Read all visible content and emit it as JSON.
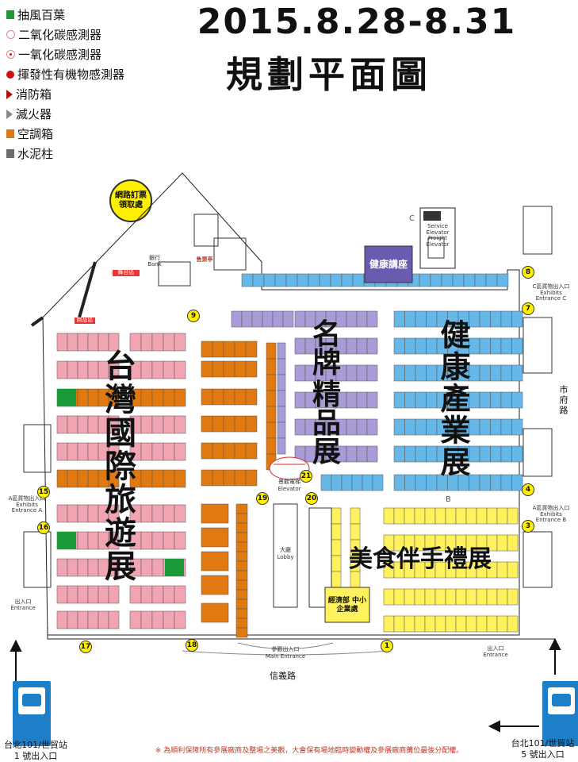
{
  "title": {
    "date": "2015.8.28-8.31",
    "main": "規劃平面圖"
  },
  "legend": [
    {
      "icon": "green-square-icon",
      "label": "抽風百葉"
    },
    {
      "icon": "open-circle-icon",
      "label": "二氧化碳感測器"
    },
    {
      "icon": "dot-circle-icon",
      "label": "一氧化碳感測器"
    },
    {
      "icon": "red-circle-icon",
      "label": "揮發性有機物感測器"
    },
    {
      "icon": "red-triangle-icon",
      "label": "消防箱"
    },
    {
      "icon": "white-triangle-icon",
      "label": "滅火器"
    },
    {
      "icon": "orange-square-icon",
      "label": "空調箱"
    },
    {
      "icon": "gray-square-icon",
      "label": "水泥柱"
    }
  ],
  "pickup": "網路訂票 領取處",
  "zones": {
    "travel": "台灣國際旅遊展",
    "brand_line1": "名",
    "brand_line2": "牌",
    "brand_line3": "精",
    "brand_line4": "品",
    "brand_line5": "展",
    "health": "健康產業展",
    "food": "美食伴手禮展",
    "lecture": "健康講座",
    "sme": "經濟部 中小企業處"
  },
  "labels": {
    "elevator_cn": "景觀電梯",
    "elevator_en": "Elevator",
    "lobby_cn": "大廳",
    "lobby_en": "Lobby",
    "main_entrance_cn": "參觀出入口",
    "main_entrance_en": "Main Entrance",
    "road_bottom": "信義路",
    "road_right": "市府路",
    "entrance_a": "A區貨物出入口 Exhibits Entrance A",
    "entrance_b": "A區貨物出入口 Exhibits Entrance B",
    "entrance_c": "C區貨物出入口 Exhibits Entrance C",
    "exit_left": "出入口Entrance",
    "exit_right": "出入口Entrance",
    "hall_b": "B",
    "hall_c": "C",
    "ticket_booth": "售票亭",
    "service_elevator": "Service Elevator Freight Elevator",
    "bank": "銀行 Bank",
    "stage": "舞台區",
    "sales": "商品區"
  },
  "markers": [
    "1",
    "3",
    "4",
    "7",
    "8",
    "9",
    "15",
    "16",
    "17",
    "18",
    "19",
    "20",
    "21"
  ],
  "stations": {
    "left": "台北101/世貿站 1 號出入口",
    "right": "台北101/世貿站 5 號出入口"
  },
  "footer": "※ 為順利保障所有參展廠商及整場之美觀，大會保有場地臨時變動權及參展廠商攤位最後分配權。",
  "colors": {
    "pink": "#f1a5b3",
    "orange": "#e07a10",
    "purple": "#a99bd6",
    "blue": "#66b8e8",
    "yellow": "#fff25c",
    "lecture": "#6a5bb0",
    "green": "#1b9a3a"
  }
}
